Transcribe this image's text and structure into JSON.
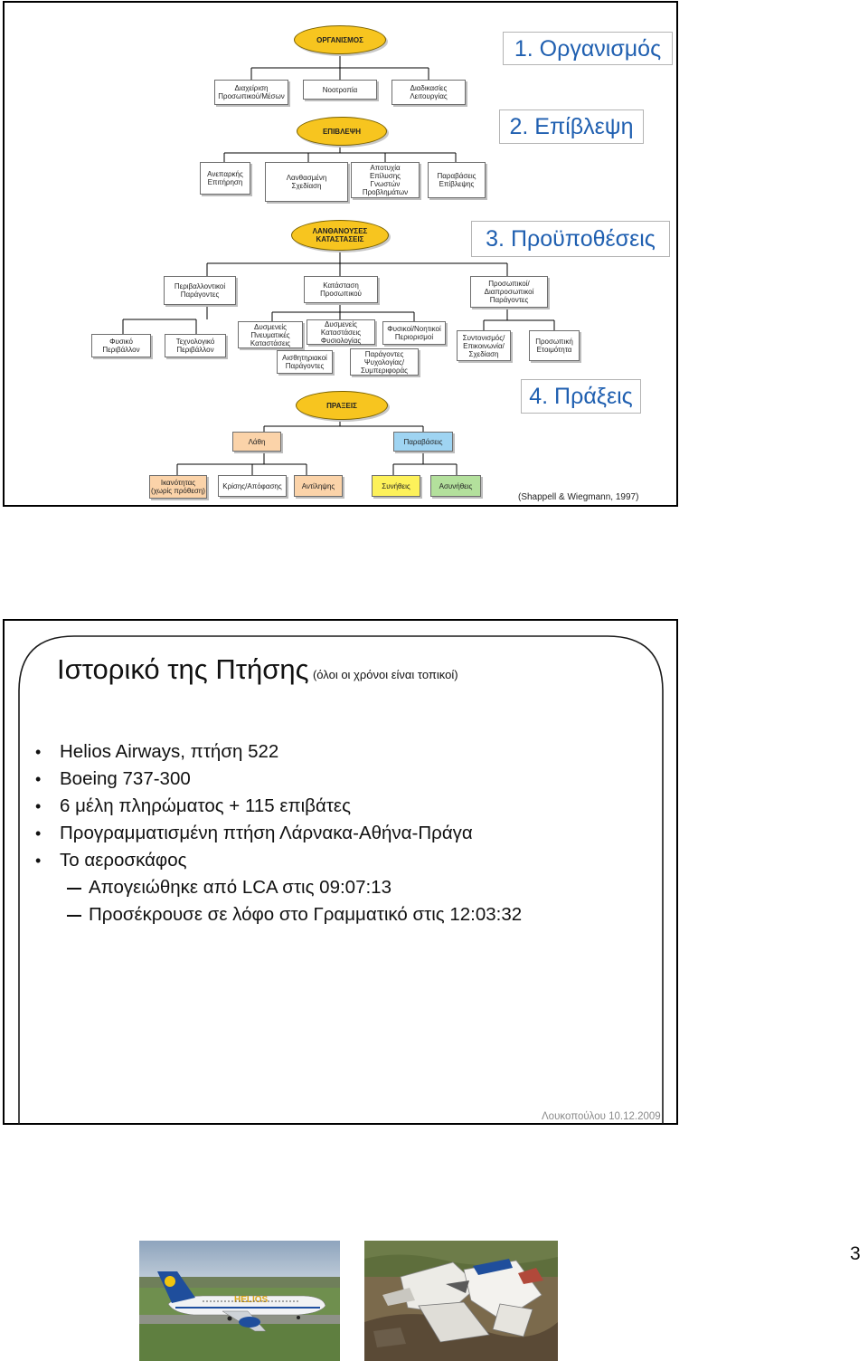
{
  "slide1": {
    "levels": {
      "l1": "1. Οργανισμός",
      "l2": "2. Επίβλεψη",
      "l3": "3. Προϋποθέσεις",
      "l4": "4. Πράξεις"
    },
    "nodes": {
      "organismos": "ΟΡΓΑΝΙΣΜΟΣ",
      "diaxeirisi": "Διαχείριση\nΠροσωπικού/Μέσων",
      "nootropia": "Νοοτροπία",
      "diadikasies": "Διαδικασίες\nΛειτουργίας",
      "epivlepsi": "ΕΠΙΒΛΕΨΗ",
      "aneparkis": "Ανεπαρκής\nΕπιτήρηση",
      "lanthasmeni": "Λανθασμένη\nΣχεδίαση",
      "apotyxia": "Αποτυχία\nΕπίλυσης\nΓνωστών\nΠροβλημάτων",
      "paraviaseis_epivlepsis": "Παραβάσεις\nΕπίβλεψης",
      "lanthanouses": "ΛΑΝΘΑΝΟΥΣΕΣ\nΚΑΤΑΣΤΑΣΕΙΣ",
      "periv_paragontes": "Περιβαλλοντικοί\nΠαράγοντες",
      "katastasi_prosopikou": "Κατάσταση\nΠροσωπικού",
      "prosopikoi_paragontes": "Προσωπικοί/\nΔιαπροσωπικοί\nΠαράγοντες",
      "fysiko": "Φυσικό\nΠεριβάλλον",
      "texnologiko": "Τεχνολογικό\nΠεριβάλλον",
      "pneumatikes": "Δυσμενείς\nΠνευματικές\nΚαταστάσεις",
      "fysiologias": "Δυσμενείς\nΚαταστάσεις\nΦυσιολογίας",
      "fysikoi_noitikoi": "Φυσικοί/Νοητικοί\nΠεριορισμοί",
      "aisthitiriakoi": "Αισθητηριακοί\nΠαράγοντες",
      "psyxologias": "Παράγοντες\nΨυχολογίας/\nΣυμπεριφοράς",
      "syntonismos": "Συντονισμός/\nΕπικοινωνία/\nΣχεδίαση",
      "etoimotita": "Προσωπική\nΕτοιμότητα",
      "praxeis": "ΠΡΑΞΕΙΣ",
      "lathi": "Λάθη",
      "paraviaseis": "Παραβάσεις",
      "ikanotitas": "Ικανότητας\n(χωρίς πρόθεση)",
      "krisis": "Κρίσης/Απόφασης",
      "antilipsis": "Αντίληψης",
      "synithis": "Συνήθεις",
      "asynithis": "Ασυνήθεις"
    },
    "citation": "(Shappell & Wiegmann, 1997)"
  },
  "slide2": {
    "title": "Ιστορικό της Πτήσης",
    "title_note": "(όλοι οι χρόνοι είναι τοπικοί)",
    "bullets": [
      "Helios Airways, πτήση 522",
      "Boeing 737-300",
      "6 μέλη πληρώματος + 115 επιβάτες",
      "Προγραμματισμένη πτήση Λάρνακα-Αθήνα-Πράγα",
      "Το αεροσκάφος"
    ],
    "sub_bullets": [
      "Απογειώθηκε από LCA στις 09:07:13",
      "Προσέκρουσε σε λόφο στο Γραμματικό στις 12:03:32"
    ],
    "plane_livery": "HELIOS"
  },
  "footer": {
    "author_date": "Λουκοπούλου 10.12.2009",
    "page_number": "3"
  },
  "colors": {
    "oval_fill": "#f7c51f",
    "callout_text": "#1f5fb0",
    "orange_box": "#fbd3a9",
    "yellow_box": "#fdf15a",
    "blue_box": "#9fd4f2",
    "green_box": "#b3e09c"
  }
}
